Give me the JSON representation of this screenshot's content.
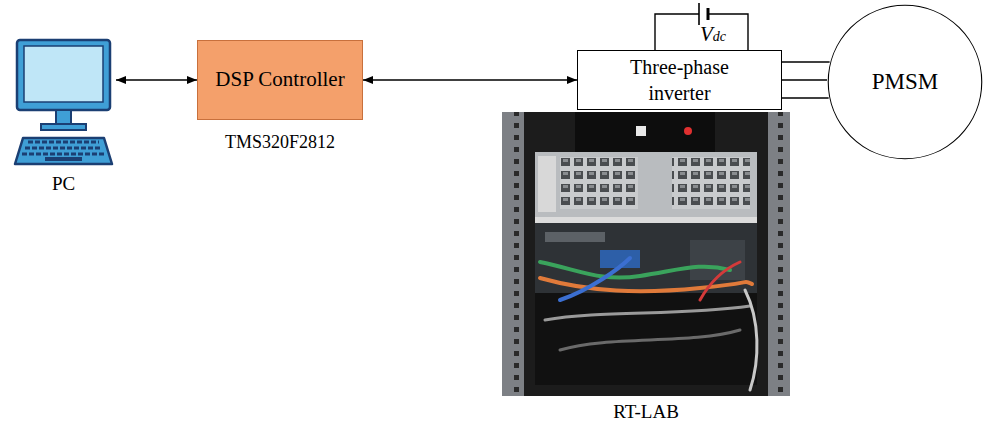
{
  "diagram": {
    "nodes": [
      {
        "text": [
          "PC"
        ]
      },
      {
        "text": [
          "DSP Controller",
          "TMS320F2812"
        ]
      },
      {
        "text": [
          "Three-phase inverter"
        ]
      },
      {
        "text": [
          "PMSM"
        ]
      }
    ],
    "edges": [
      {
        "from": 0,
        "to": 1,
        "arrow": "both"
      },
      {
        "from": 1,
        "to": 2,
        "arrow": "both"
      },
      {
        "from": 2,
        "to": 3,
        "arrow": "none"
      },
      {
        "from": 2,
        "to": 3,
        "arrow": "none"
      },
      {
        "from": 2,
        "to": 3,
        "arrow": "none"
      }
    ],
    "labels": [
      "Vdc",
      "RT-LAB"
    ]
  }
}
